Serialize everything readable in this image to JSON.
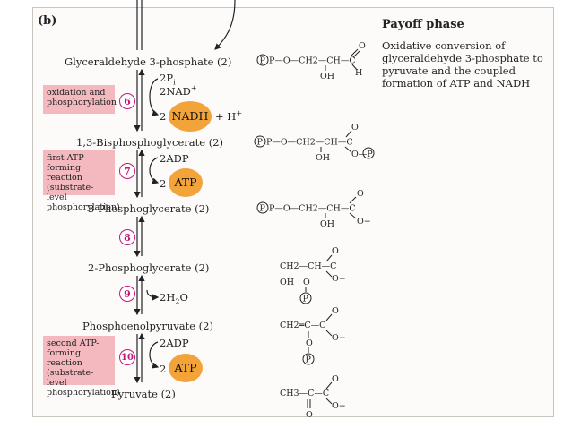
{
  "panel_label": "(b)",
  "phase": {
    "title": "Payoff phase",
    "description": "Oxidative conversion of glyceraldehyde 3-phosphate to pyruvate and the coupled formation of ATP and NADH"
  },
  "metabolites": [
    "Glyceraldehyde 3-phosphate (2)",
    "1,3-Bisphosphoglycerate (2)",
    "3-Phosphoglycerate (2)",
    "2-Phosphoglycerate (2)",
    "Phosphoenolpyruvate (2)",
    "Pyruvate (2)"
  ],
  "steps": [
    {
      "number": "6",
      "label": "oxidation and phosphorylation",
      "inputs": [
        "2Pi",
        "2NAD+"
      ],
      "output_coef": "2",
      "output": "NADH",
      "extra": "+ H+"
    },
    {
      "number": "7",
      "label": "first ATP-forming reaction (substrate-level phosphorylation)",
      "inputs": [
        "2ADP"
      ],
      "output_coef": "2",
      "output": "ATP"
    },
    {
      "number": "8",
      "label": ""
    },
    {
      "number": "9",
      "label": "",
      "outputs": [
        "2H2O"
      ]
    },
    {
      "number": "10",
      "label": "second ATP-forming reaction (substrate-level phosphorylation)",
      "inputs": [
        "2ADP"
      ],
      "output_coef": "2",
      "output": "ATP"
    }
  ],
  "structures": {
    "s1_main": "P—O—CH2—CH—C",
    "s1_oh": "OH",
    "s1_o": "O",
    "s1_h": "H",
    "s2_main": "P—O—CH2—CH—C",
    "s2_oh": "OH",
    "s2_o": "O",
    "s2_op": "O—P",
    "s3_main": "P—O—CH2—CH—C",
    "s3_oh": "OH",
    "s3_o": "O",
    "s3_om": "O−",
    "s4_main": "CH2—CH—C",
    "s4_oh": "OH",
    "s4_o": "O",
    "s4_om": "O−",
    "s4_op": "O",
    "s4_p": "P",
    "s5_main": "CH2═C—C",
    "s5_o": "O",
    "s5_om": "O−",
    "s5_op": "O",
    "s5_p": "P",
    "s6_main": "CH3—C—C",
    "s6_o": "O",
    "s6_om": "O−",
    "s6_ko": "O"
  },
  "colors": {
    "highlight_pink": "#f3b9bf",
    "step_magenta": "#c2187a",
    "cofactor_orange": "#f2a43a"
  }
}
